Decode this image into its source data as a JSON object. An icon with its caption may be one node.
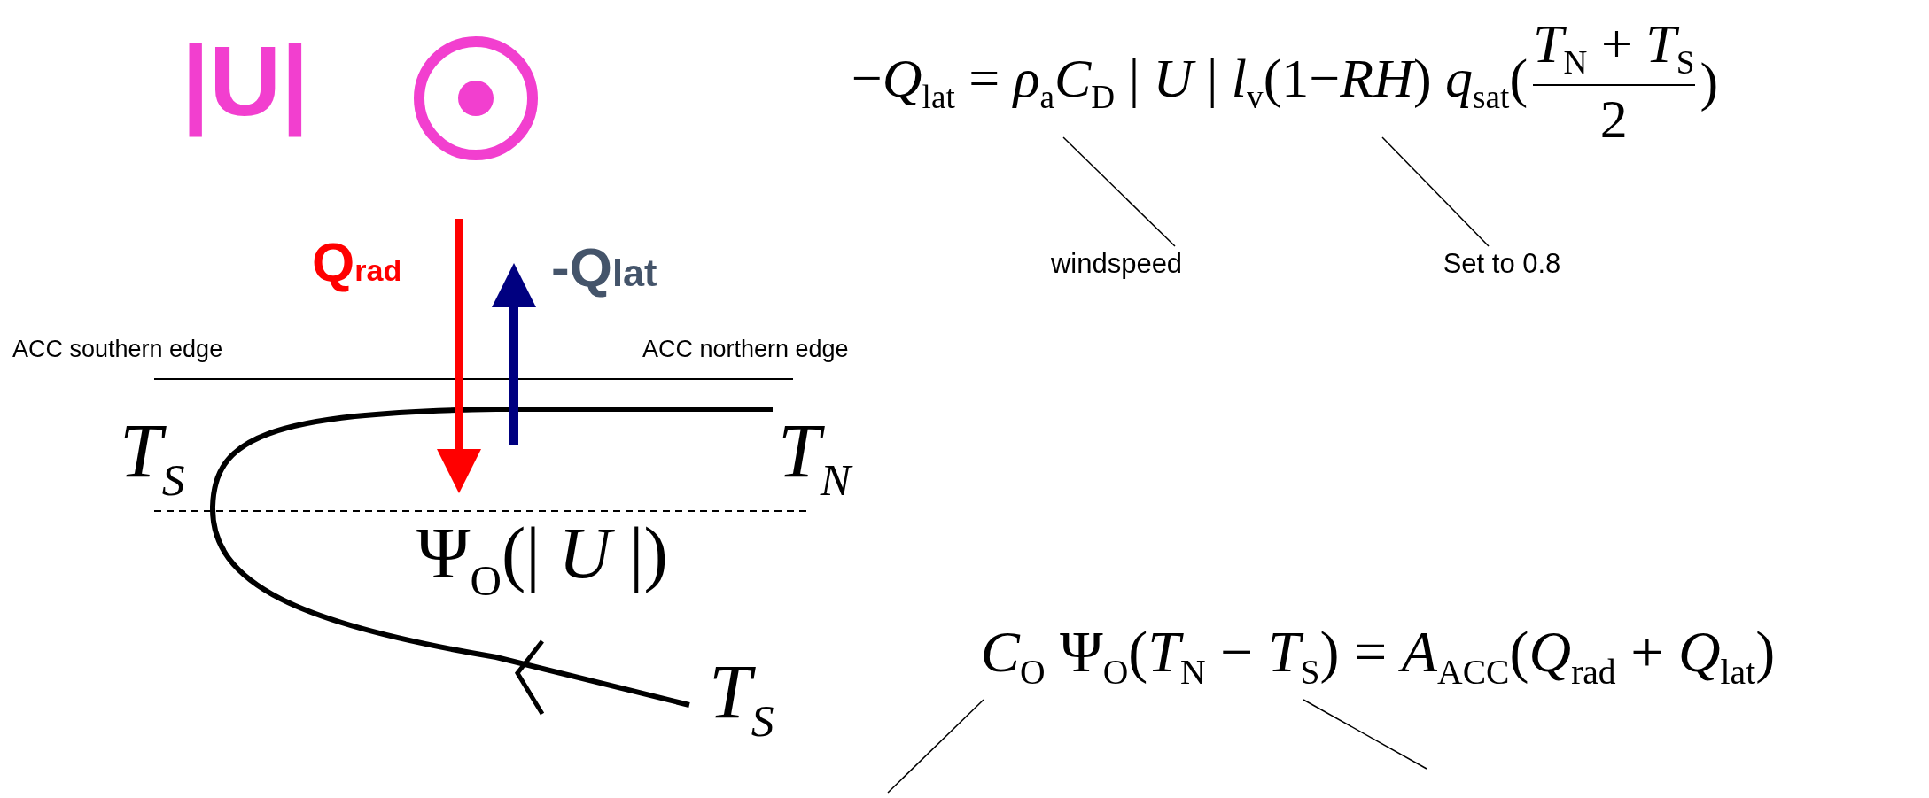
{
  "diagram": {
    "nodes": [
      {
        "text": [
          "−*Q*$_{lat}$ = *ρ*$_{a}$*C*$_{D}$ | *U* | *l*$_{v}$(1−*RH*) *q*$_{sat}$(",
          "*T*$_{N}$ + *T*$_{S}$",
          "2",
          ")"
        ]
      },
      {
        "text": [
          "windspeed"
        ]
      },
      {
        "text": [
          "Set to 0.8"
        ]
      },
      {
        "text": [
          "*C*$_{O}$ Ψ$_{O}$(*T*$_{N}$ − *T*$_{S}$) = *A*$_{ACC}$(*Q*$_{rad}$ + *Q*$_{lat}$)"
        ]
      }
    ],
    "edges": [
      {
        "from": 1,
        "to": 0,
        "arrow": "none"
      },
      {
        "from": 2,
        "to": 0,
        "arrow": "none"
      },
      {
        "from": 3,
        "to": null,
        "arrow": "none"
      },
      {
        "from": 3,
        "to": null,
        "arrow": "none"
      }
    ],
    "labels": [
      "|U|",
      "Q$_{rad}$",
      "-Q$_{lat}$",
      "ACC southern edge",
      "ACC northern edge",
      "T$_{S}$",
      "T$_{N}$",
      "Ψ$_{O}$(| *U* |)",
      "T$_{S}$"
    ]
  }
}
